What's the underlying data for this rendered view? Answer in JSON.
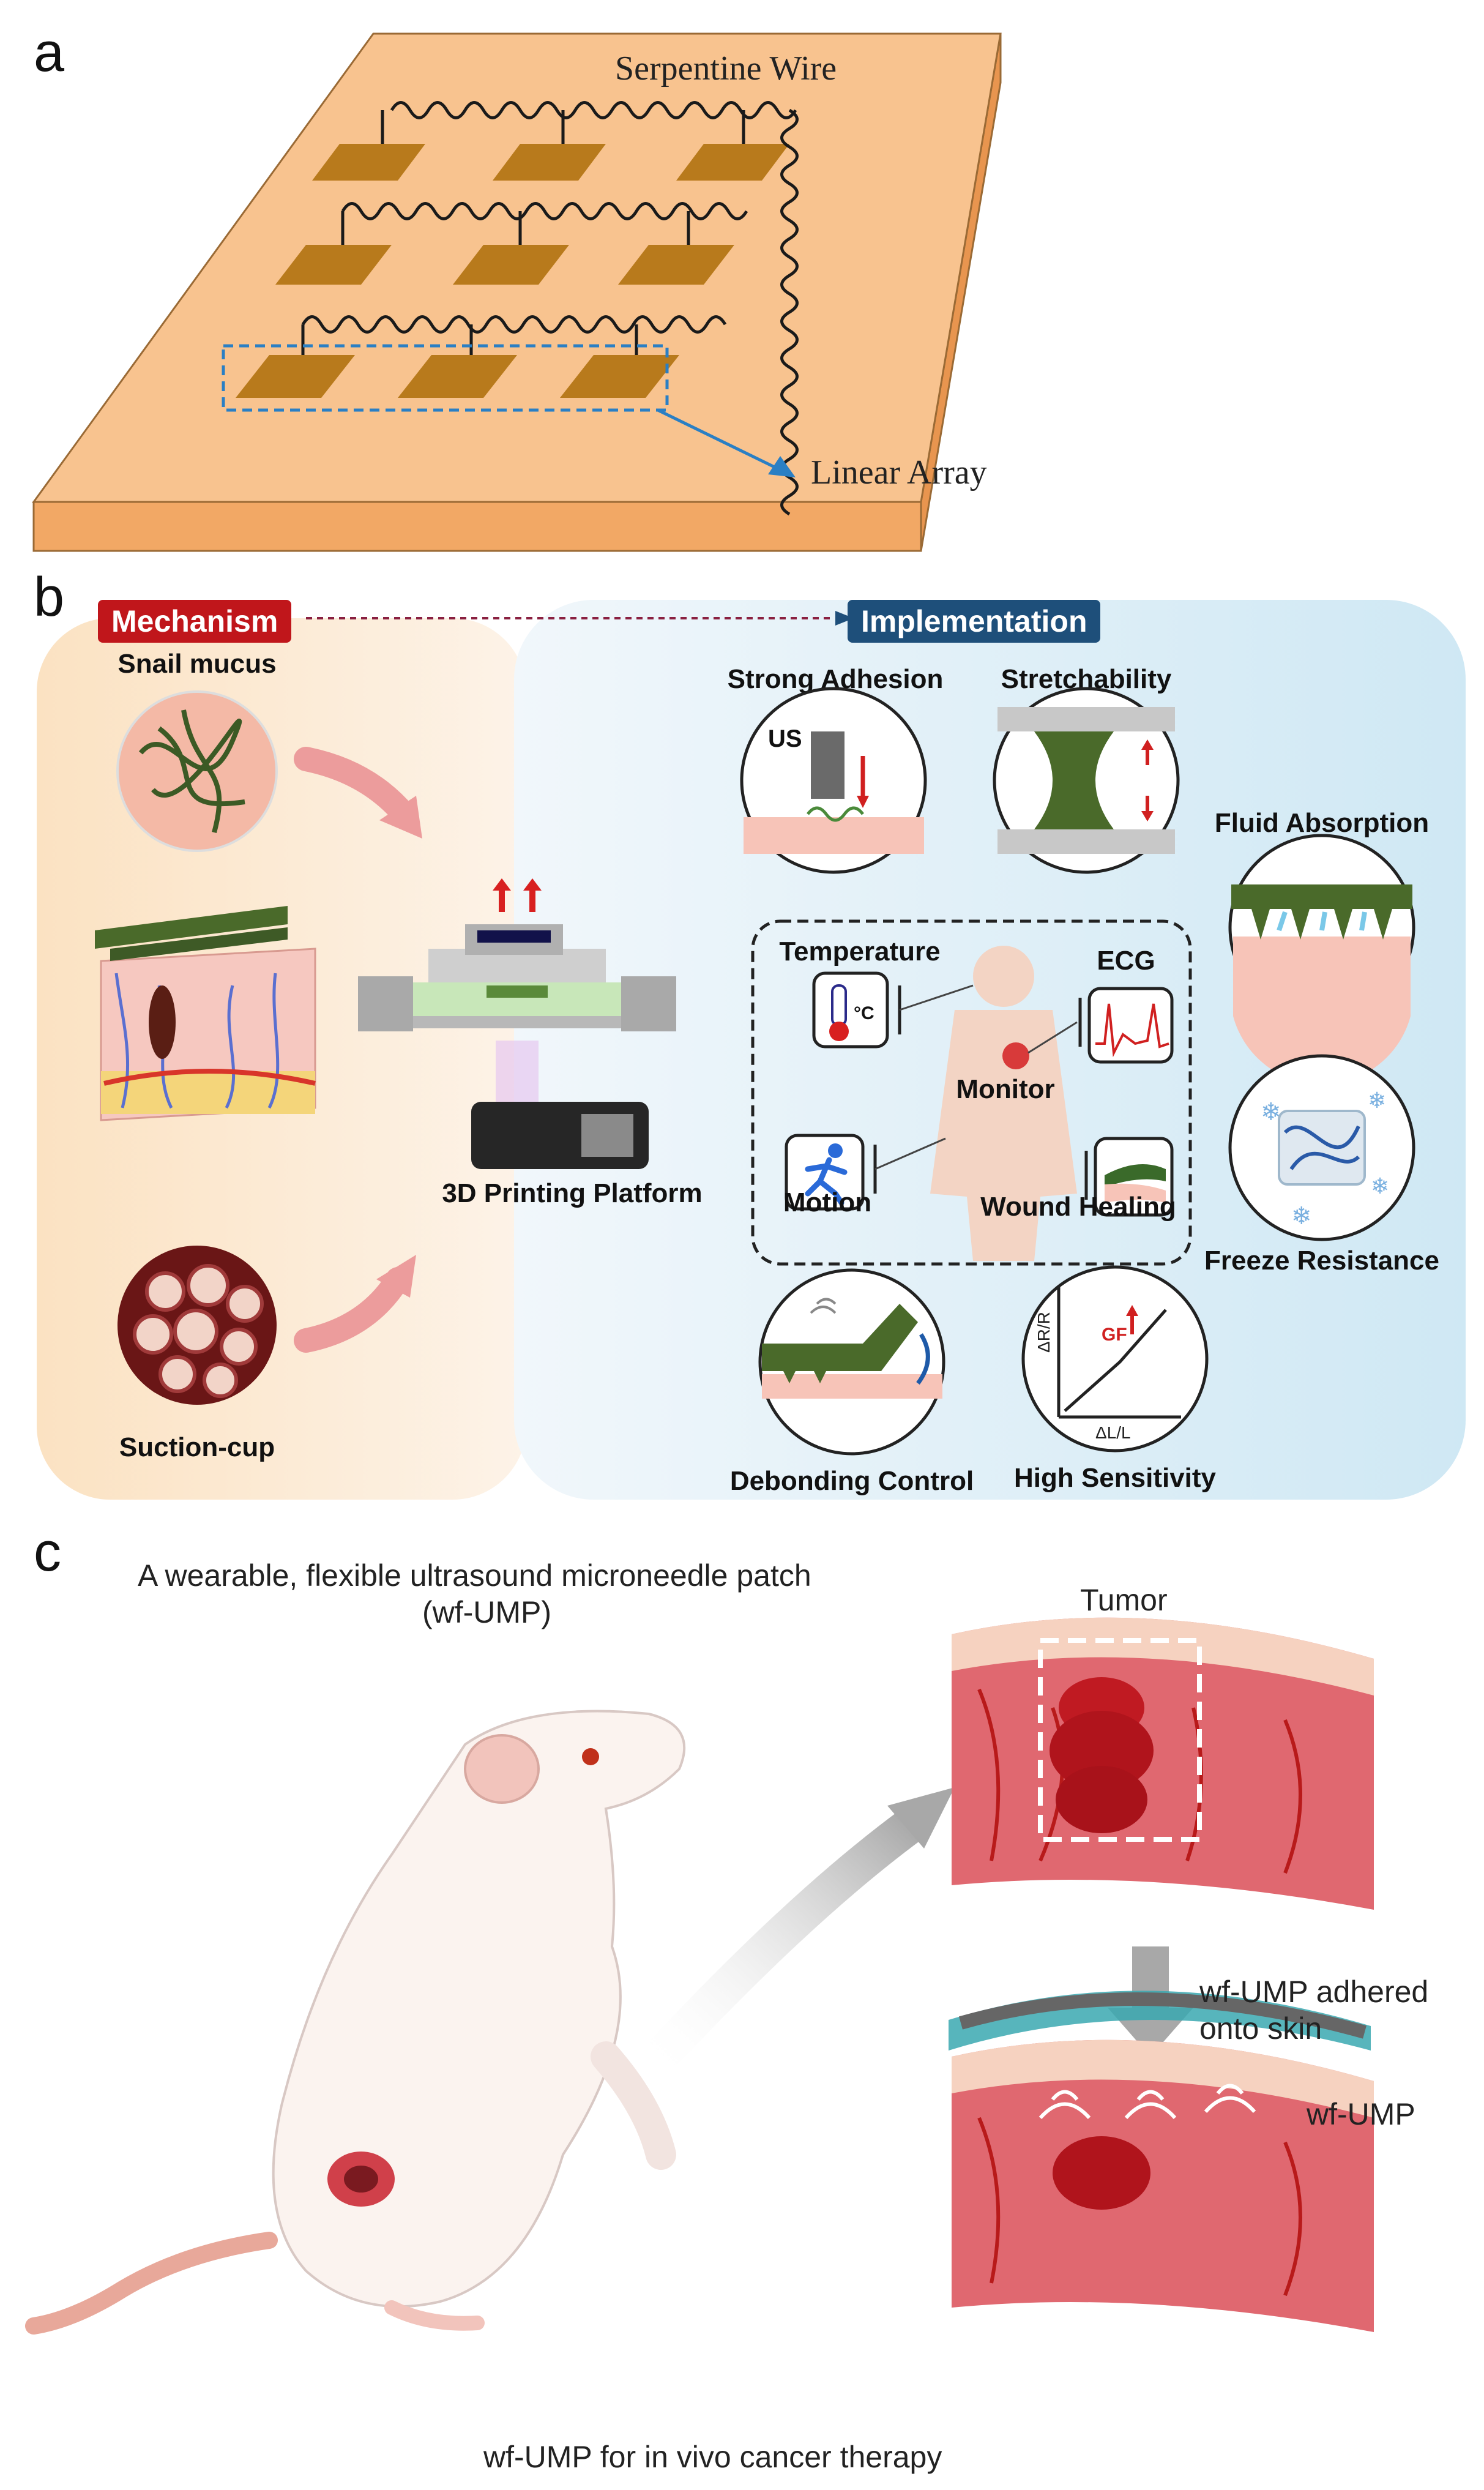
{
  "panel_a": {
    "letter": "a",
    "serpentine_label": "Serpentine Wire",
    "linear_array_label": "Linear Array"
  },
  "panel_b": {
    "letter": "b",
    "mechanism_tag": "Mechanism",
    "implementation_tag": "Implementation",
    "snail_mucus": "Snail mucus",
    "suction_cup": "Suction-cup",
    "printing_platform": "3D Printing Platform",
    "strong_adhesion": "Strong Adhesion",
    "us_label": "US",
    "stretchability": "Stretchability",
    "fluid_absorption": "Fluid Absorption",
    "temperature": "Temperature",
    "celsius": "°C",
    "ecg": "ECG",
    "monitor": "Monitor",
    "motion": "Motion",
    "wound_healing": "Wound Healing",
    "freeze_resistance": "Freeze Resistance",
    "debonding_control": "Debonding Control",
    "high_sensitivity": "High Sensitivity",
    "gf_label": "GF",
    "y_axis": "ΔR/R",
    "x_axis": "ΔL/L"
  },
  "panel_c": {
    "letter": "c",
    "title_line1": "A wearable, flexible ultrasound microneedle patch",
    "title_line2": "(wf-UMP)",
    "tumor": "Tumor",
    "adhered_line1": "wf-UMP adhered",
    "adhered_line2": "onto skin",
    "wf_ump": "wf-UMP",
    "caption": "wf-UMP for in vivo cancer therapy"
  },
  "colors": {
    "board_top": "#f8c38f",
    "board_side": "#f2a865",
    "pad": "#b87a1c",
    "mechanism_red": "#c0161b",
    "implementation_navy": "#1e4f7a",
    "hydrogel_green": "#4a6a2a",
    "skin_pink": "#f3b8a8"
  }
}
